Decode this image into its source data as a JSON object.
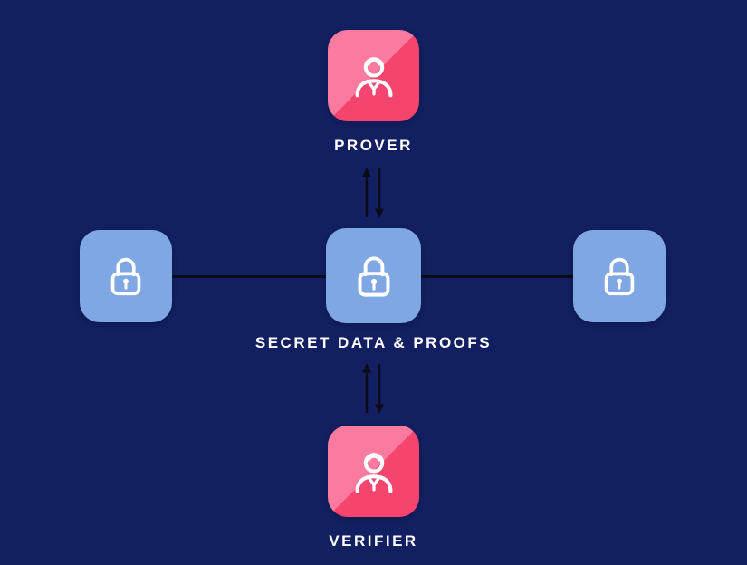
{
  "colors": {
    "background": "#121f60",
    "tile_blue": "#7fa7e3",
    "pink_light": "#fb7ba0",
    "pink_dark": "#f5456f",
    "icon_stroke": "#ffffff",
    "connector": "#0c0c18",
    "label_text": "#ffffff"
  },
  "nodes": {
    "prover": {
      "label": "PROVER",
      "icon": "person-icon"
    },
    "secret": {
      "label": "SECRET DATA & PROOFS",
      "icon": "lock-icon"
    },
    "verifier": {
      "label": "VERIFIER",
      "icon": "person-icon"
    },
    "lock_left": {
      "icon": "lock-icon"
    },
    "lock_right": {
      "icon": "lock-icon"
    }
  }
}
